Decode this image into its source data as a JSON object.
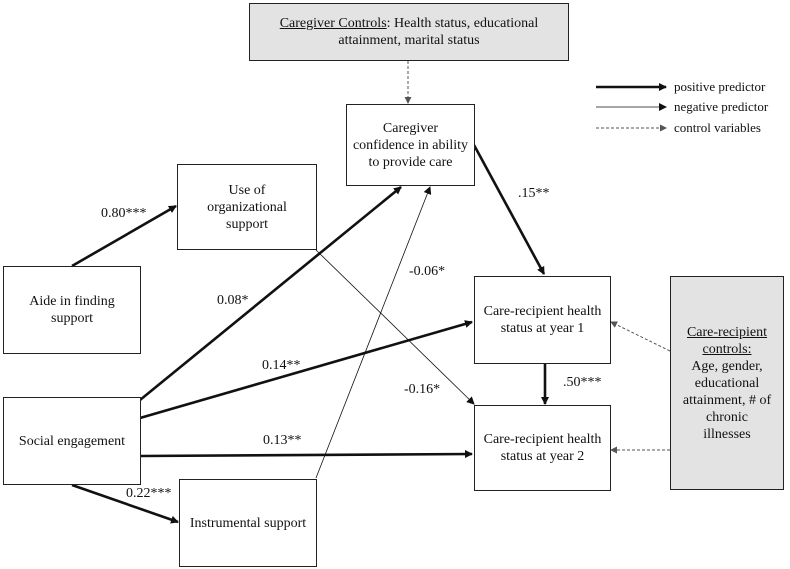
{
  "nodes": {
    "caregiver_controls": {
      "title": "Caregiver Controls",
      "text": ": Health status, educational attainment, marital status"
    },
    "caregiver_confidence": {
      "text": "Caregiver confidence in ability to provide care"
    },
    "use_org_support": {
      "text": "Use of organizational support"
    },
    "aide_finding_support": {
      "text": "Aide in finding support"
    },
    "social_engagement": {
      "text": "Social engagement"
    },
    "instrumental_support": {
      "text": "Instrumental support"
    },
    "health_year1": {
      "text": "Care-recipient health status at year 1"
    },
    "health_year2": {
      "text": "Care-recipient health status at year 2"
    },
    "recipient_controls": {
      "title": "Care-recipient controls:",
      "text": "Age, gender, educational attainment, # of chronic illnesses"
    }
  },
  "paths": [
    {
      "from": "Aide in finding support",
      "to": "Use of organizational support",
      "coef": "0.80***",
      "type": "positive"
    },
    {
      "from": "Social engagement",
      "to": "Caregiver confidence",
      "coef": "0.08*",
      "type": "positive"
    },
    {
      "from": "Instrumental support",
      "to": "Caregiver confidence",
      "coef": "-0.06*",
      "type": "negative"
    },
    {
      "from": "Caregiver confidence",
      "to": "Health year 1",
      "coef": ".15**",
      "type": "positive"
    },
    {
      "from": "Use of organizational support",
      "to": "Health year 2",
      "coef": "-0.16*",
      "type": "negative"
    },
    {
      "from": "Social engagement",
      "to": "Health year 1",
      "coef": "0.14**",
      "type": "positive"
    },
    {
      "from": "Health year 1",
      "to": "Health year 2",
      "coef": ".50***",
      "type": "positive"
    },
    {
      "from": "Social engagement",
      "to": "Health year 2",
      "coef": "0.13**",
      "type": "positive"
    },
    {
      "from": "Social engagement",
      "to": "Instrumental support",
      "coef": "0.22***",
      "type": "positive"
    }
  ],
  "legend": {
    "positive": "positive predictor",
    "negative": "negative predictor",
    "control": "control variables"
  },
  "colors": {
    "line": "#111111",
    "control_line": "#666666",
    "shaded_fill": "#e3e3e3"
  }
}
